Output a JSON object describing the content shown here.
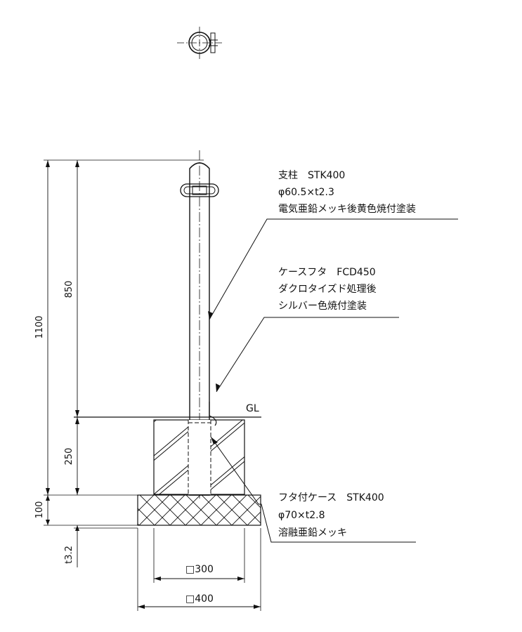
{
  "callouts": {
    "post": {
      "line1": "支柱　STK400",
      "line2": "φ60.5×t2.3",
      "line3": "電気亜鉛メッキ後黄色焼付塗装"
    },
    "cover": {
      "line1": "ケースフタ　FCD450",
      "line2": "ダクロタイズド処理後",
      "line3": "シルバー色焼付塗装"
    },
    "case": {
      "line1": "フタ付ケース　STK400",
      "line2": "φ70×t2.8",
      "line3": "溶融亜鉛メッキ"
    }
  },
  "ground_label": "GL",
  "dimensions": {
    "total_height": "1100",
    "above_ground": "850",
    "embed_depth": "250",
    "base_height": "100",
    "plate": "t3.2",
    "width_inner": "□300",
    "width_outer": "□400"
  }
}
